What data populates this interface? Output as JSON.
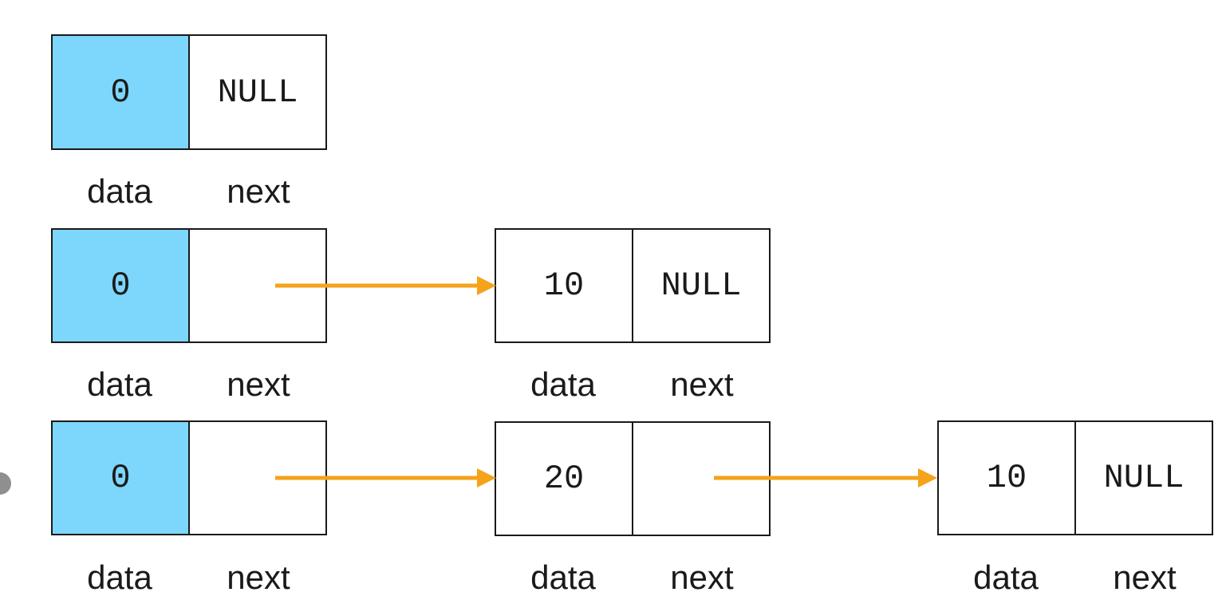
{
  "colors": {
    "head_fill": "#7dd6fb",
    "arrow": "#f5a31a",
    "border": "#1a1a1a"
  },
  "labels": {
    "data": "data",
    "next": "next"
  },
  "rows": [
    {
      "nodes": [
        {
          "data": "0",
          "next": "NULL",
          "head": true
        }
      ]
    },
    {
      "nodes": [
        {
          "data": "0",
          "next": "",
          "head": true
        },
        {
          "data": "10",
          "next": "NULL"
        }
      ]
    },
    {
      "nodes": [
        {
          "data": "0",
          "next": "",
          "head": true
        },
        {
          "data": "20",
          "next": ""
        },
        {
          "data": "10",
          "next": "NULL"
        }
      ]
    }
  ]
}
